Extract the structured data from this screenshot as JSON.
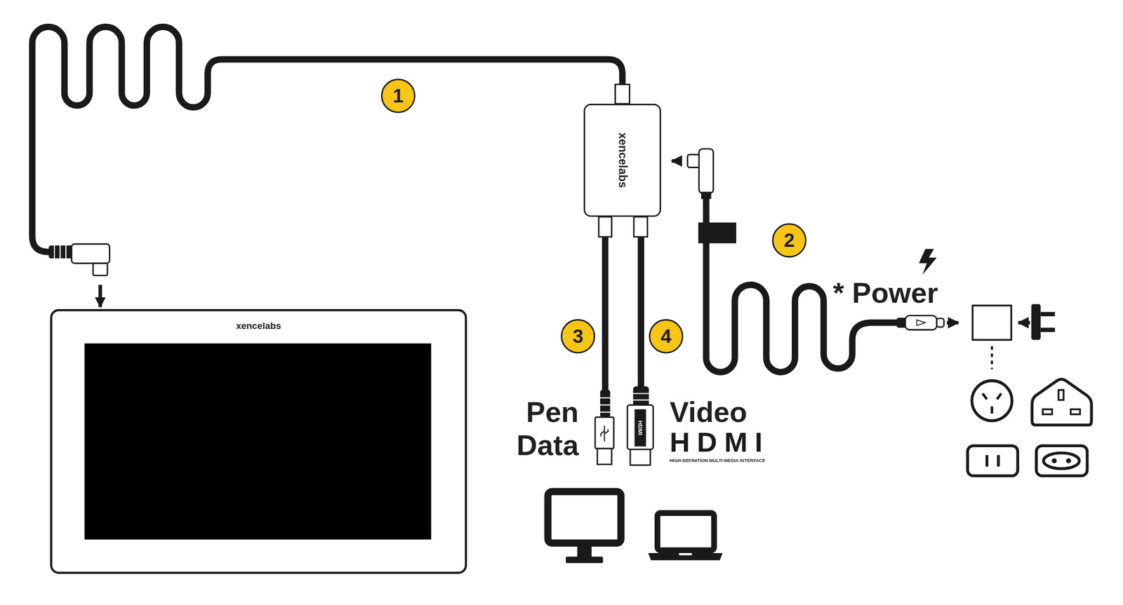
{
  "diagram": {
    "nodes": [
      {
        "text": [
          "xencelabs"
        ]
      },
      {
        "text": [
          "xencelabs"
        ]
      }
    ],
    "edges": [
      {
        "from": 1,
        "to": 0,
        "arrow": "to"
      }
    ],
    "labels": [
      "1",
      "2",
      "3",
      "4",
      "Pen Data",
      "Video",
      "HDMI",
      "HIGH-DEFINITION MULTI-MEDIA INTERFACE",
      "HDMI",
      "* Power"
    ]
  }
}
